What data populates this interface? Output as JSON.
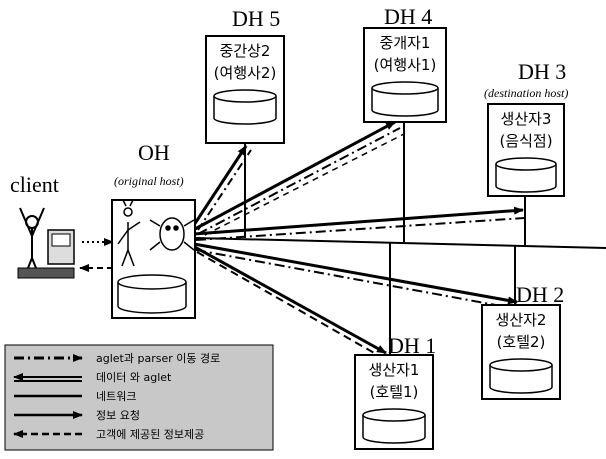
{
  "client": {
    "label": "client"
  },
  "oh": {
    "label": "OH",
    "sublabel": "(original host)"
  },
  "hosts": [
    {
      "id": "dh5",
      "label": "DH 5",
      "sublabel": "",
      "line1": "중간상2",
      "line2": "(여행사2)"
    },
    {
      "id": "dh4",
      "label": "DH 4",
      "sublabel": "",
      "line1": "중개자1",
      "line2": "(여행사1)"
    },
    {
      "id": "dh3",
      "label": "DH 3",
      "sublabel": "(destination host)",
      "line1": "생산자3",
      "line2": "(음식점)"
    },
    {
      "id": "dh2",
      "label": "DH 2",
      "sublabel": "",
      "line1": "생산자2",
      "line2": "(호텔2)"
    },
    {
      "id": "dh1",
      "label": "DH 1",
      "sublabel": "",
      "line1": "생산자1",
      "line2": "(호텔1)"
    }
  ],
  "legend": [
    {
      "style": "dash-dot",
      "arrow": "right",
      "text": "aglet과 parser 이동 경로"
    },
    {
      "style": "double",
      "arrow": "left",
      "text": "데이터 와 aglet"
    },
    {
      "style": "solid",
      "arrow": "none",
      "text": "네트워크"
    },
    {
      "style": "solid",
      "arrow": "right",
      "text": "정보 요청"
    },
    {
      "style": "dashed",
      "arrow": "left",
      "text": "고객에 제공된 정보제공"
    }
  ],
  "colors": {
    "line": "#000000",
    "box_fill": "#ffffff",
    "legend_bg": "#c8c8c8"
  }
}
